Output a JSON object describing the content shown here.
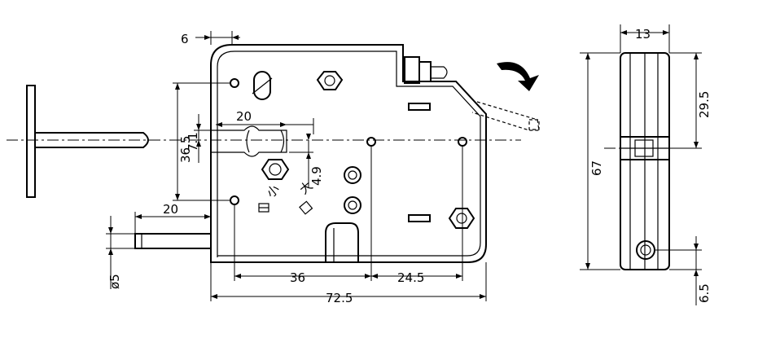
{
  "dimensions": {
    "top_offset": "6",
    "bolt_length": "20",
    "height_center": "36.5",
    "offset_small": "7.1",
    "offset_vertical": "4.9",
    "pin_length": "20",
    "pin_diameter": "ø5",
    "hole_spacing": "36",
    "hole_offset": "24.5",
    "overall_width": "72.5",
    "side_width": "13",
    "side_height": "67",
    "side_upper": "29.5",
    "side_lower": "6.5"
  },
  "markings": {
    "small": "小",
    "large": "大"
  }
}
